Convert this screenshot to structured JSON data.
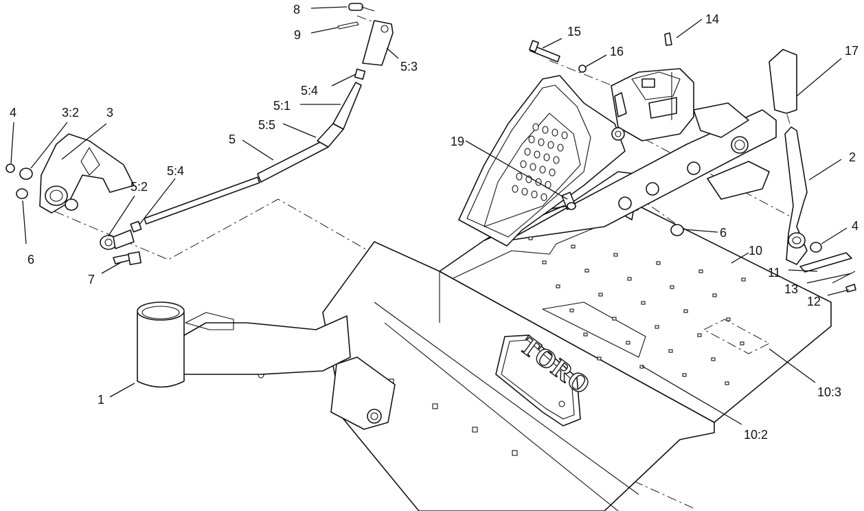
{
  "brand_text": "TORO",
  "callouts": [
    {
      "id": "c-8",
      "text": "8"
    },
    {
      "id": "c-9",
      "text": "9"
    },
    {
      "id": "c-5-3",
      "text": "5:3"
    },
    {
      "id": "c-5-4-top",
      "text": "5:4"
    },
    {
      "id": "c-5-1",
      "text": "5:1"
    },
    {
      "id": "c-5-5",
      "text": "5:5"
    },
    {
      "id": "c-5",
      "text": "5"
    },
    {
      "id": "c-4-left",
      "text": "4"
    },
    {
      "id": "c-3-2",
      "text": "3:2"
    },
    {
      "id": "c-3",
      "text": "3"
    },
    {
      "id": "c-6-left",
      "text": "6"
    },
    {
      "id": "c-5-2",
      "text": "5:2"
    },
    {
      "id": "c-5-4-low",
      "text": "5:4"
    },
    {
      "id": "c-7",
      "text": "7"
    },
    {
      "id": "c-15",
      "text": "15"
    },
    {
      "id": "c-14",
      "text": "14"
    },
    {
      "id": "c-16",
      "text": "16"
    },
    {
      "id": "c-17",
      "text": "17"
    },
    {
      "id": "c-19",
      "text": "19"
    },
    {
      "id": "c-2",
      "text": "2"
    },
    {
      "id": "c-4-right",
      "text": "4"
    },
    {
      "id": "c-6-right",
      "text": "6"
    },
    {
      "id": "c-10",
      "text": "10"
    },
    {
      "id": "c-11",
      "text": "11"
    },
    {
      "id": "c-13",
      "text": "13"
    },
    {
      "id": "c-12",
      "text": "12"
    },
    {
      "id": "c-1",
      "text": "1"
    },
    {
      "id": "c-10-2",
      "text": "10:2"
    },
    {
      "id": "c-10-3",
      "text": "10:3"
    }
  ]
}
